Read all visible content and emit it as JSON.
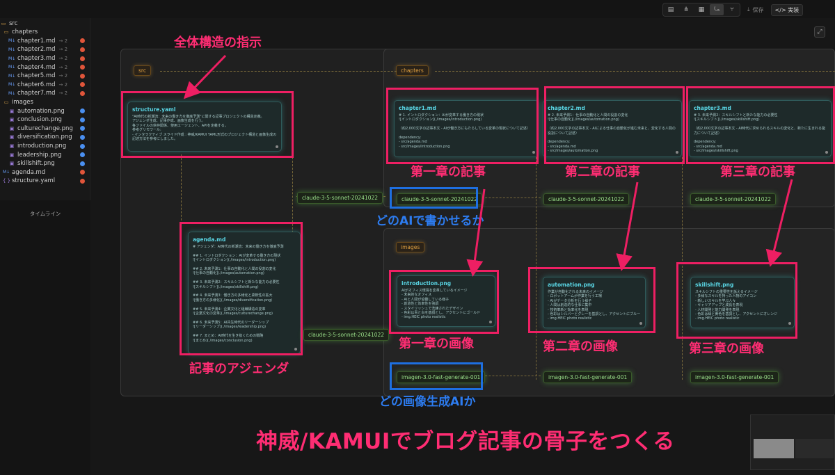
{
  "sidebar": {
    "root": "src",
    "items": [
      {
        "icon": "folder-icon",
        "label": "chapters",
        "meta": "",
        "dot": ""
      },
      {
        "icon": "md-icon",
        "label": "chapter1.md",
        "meta": "→ 2",
        "dot": "orange"
      },
      {
        "icon": "md-icon",
        "label": "chapter2.md",
        "meta": "→ 2",
        "dot": "orange"
      },
      {
        "icon": "md-icon",
        "label": "chapter3.md",
        "meta": "→ 2",
        "dot": "orange"
      },
      {
        "icon": "md-icon",
        "label": "chapter4.md",
        "meta": "→ 2",
        "dot": "orange"
      },
      {
        "icon": "md-icon",
        "label": "chapter5.md",
        "meta": "→ 2",
        "dot": "orange"
      },
      {
        "icon": "md-icon",
        "label": "chapter6.md",
        "meta": "→ 2",
        "dot": "orange"
      },
      {
        "icon": "md-icon",
        "label": "chapter7.md",
        "meta": "→ 2",
        "dot": "orange"
      },
      {
        "icon": "folder-icon",
        "label": "images",
        "meta": "",
        "dot": ""
      },
      {
        "icon": "image-icon",
        "label": "automation.png",
        "meta": "",
        "dot": "blue"
      },
      {
        "icon": "image-icon",
        "label": "conclusion.png",
        "meta": "",
        "dot": "blue"
      },
      {
        "icon": "image-icon",
        "label": "culturechange.png",
        "meta": "",
        "dot": "blue"
      },
      {
        "icon": "image-icon",
        "label": "diversification.png",
        "meta": "",
        "dot": "blue"
      },
      {
        "icon": "image-icon",
        "label": "introduction.png",
        "meta": "",
        "dot": "blue"
      },
      {
        "icon": "image-icon",
        "label": "leadership.png",
        "meta": "",
        "dot": "blue"
      },
      {
        "icon": "image-icon",
        "label": "skillshift.png",
        "meta": "",
        "dot": "blue"
      },
      {
        "icon": "md-icon",
        "label": "agenda.md",
        "meta": "",
        "dot": "orange"
      },
      {
        "icon": "yaml-icon",
        "label": "structure.yaml",
        "meta": "",
        "dot": "orange"
      }
    ],
    "timeline_label": "タイムライン"
  },
  "toolbar": {
    "save_label": "保存",
    "implement_label": "実装"
  },
  "canvas": {
    "group_tags": {
      "src": "src",
      "chapters": "chapters",
      "images": "images"
    },
    "nodes": {
      "structure": {
        "title": "structure.yaml",
        "body": "\"AI時代の新潮流：未来の働き方を徹底予測\"に関する記事プロジェクトの構造定義。\nアジェンダ生成、記事作成、画像生成を行う。\n各ファイルの依存関係、使用エージェント、APIを定義する。\n参考グリモワール:\n- インタラクティブ スライド作成 : 神威/KAMUI YAML形式のプロジェクト構造と画像生成の記述方法を参考にしました。"
      },
      "agenda": {
        "title": "agenda.md",
        "body": "# アジェンダ：AI時代の新潮流：未来の働き方を徹底予測\n\n## 1. イントロダクション：AIが変革する働き方の現状\n![イントロダクション](./images/introduction.png)\n\n## 2. 未来予測1：仕事の自動化と人間の役割の変化\n![仕事の自動化](./images/automation.png)\n\n## 3. 未来予測2：スキルシフトと新たな能力の必要性\n![スキルシフト](./images/skillshift.png)\n\n## 4. 未来予測3：働き方の多様化と柔軟性の拡大\n![働き方の多様化](./images/diversification.png)\n\n## 5. 未来予測4：企業文化と組織構造の変革\n![企業文化の変革](./images/culturechange.png)\n\n## 6. 未来予測5：AI共生時代のリーダーシップ\n![リーダーシップ](./images/leadership.png)\n\n## 7. まとめ：AI時代を生き抜くための戦略\n![まとめ](./images/conclusion.png)"
      },
      "chapter1": {
        "title": "chapter1.md",
        "body": "# 1. イントロダクション：AIが変革する働き方の現状\n![イントロダクション](./images/introduction.png)\n\n（約2,000文字の記事本文 - AIが働き方にもたらしている変革の現状について記述）\n\ndependency:\n- src/agenda.md\n- src/images/introduction.png"
      },
      "chapter2": {
        "title": "chapter2.md",
        "body": "# 2. 未来予測1：仕事の自動化と人間の役割の変化\n![仕事の自動化](./images/automation.png)\n\n（約2,000文字の記事本文 - AIによる仕事の自動化が進む未来と、変化する人間の役割について記述）\n\ndependency:\n- src/agenda.md\n- src/images/automation.png"
      },
      "chapter3": {
        "title": "chapter3.md",
        "body": "# 3. 未来予測2：スキルシフトと新たな能力の必要性\n![スキルシフト](./images/skillshift.png)\n\n（約2,000文字の記事本文 - AI時代に求められるスキルの変化と、新たに生まれる能力について記述）\n\ndependency:\n- src/agenda.md\n- src/images/skillshift.png"
      },
      "introduction": {
        "title": "introduction.png",
        "body": "AIがオフィス環境を変革しているイメージ\n- 未来的なオフィス\n- AIと人間が協働している様子\n- 創造性と効率性を強調\n- スタイリッシュで洗練されたデザイン\n- 色彩は青と白を基調とし、アクセントにゴールド\n- img.HEIC photo realistic"
      },
      "automation": {
        "title": "automation.png",
        "body": "作業が自動化される未来のイメージ\n- ロボットアームが作業を行う工場\n- AIがデータ分析を行う様子\n- 人間は創造的な仕事に集中\n- 技術革新と効率化を表現\n- 色彩はシルバーとグレーを基調とし、アクセントにブルー\n- img.HEIC photo realistic"
      },
      "skillshift": {
        "title": "skillshift.png",
        "body": "スキルシフトの重要性を訴えるイメージ\n- 多様なスキルを持った人物のアイコン\n- 新しいスキルを学ぶ人々\n- キャリアアップと成長を表現\n- 人材開発と能力開発を表現\n- 色彩は緑と黄色を基調とし、アクセントにオレンジ\n- img.HEIC photo realistic"
      }
    },
    "models": {
      "sonnet_left1": "claude-3-5-sonnet-20241022",
      "sonnet_left2": "claude-3-5-sonnet-20241022",
      "sonnet_ch1": "claude-3-5-sonnet-20241022",
      "sonnet_ch2": "claude-3-5-sonnet-20241022",
      "sonnet_ch3": "claude-3-5-sonnet-20241022",
      "imagen_1": "imagen-3.0-fast-generate-001",
      "imagen_2": "imagen-3.0-fast-generate-001",
      "imagen_3": "imagen-3.0-fast-generate-001"
    }
  },
  "annotations": {
    "structure": "全体構造の指示",
    "agenda": "記事のアジェンダ",
    "chapter1": "第一章の記事",
    "chapter2": "第二章の記事",
    "chapter3": "第三章の記事",
    "which_ai": "どのAIで書かせるか",
    "image1": "第一章の画像",
    "image2": "第二章の画像",
    "image3": "第三章の画像",
    "which_image_ai": "どの画像生成AIか",
    "banner": "神威/KAMUIでブログ記事の骨子をつくる"
  },
  "colors": {
    "highlight": "#ee1f63",
    "highlight_blue": "#1e6fe0",
    "node_title": "#5ad7e6",
    "model_text": "#9adf8a",
    "group_tag": "#e0a040"
  }
}
